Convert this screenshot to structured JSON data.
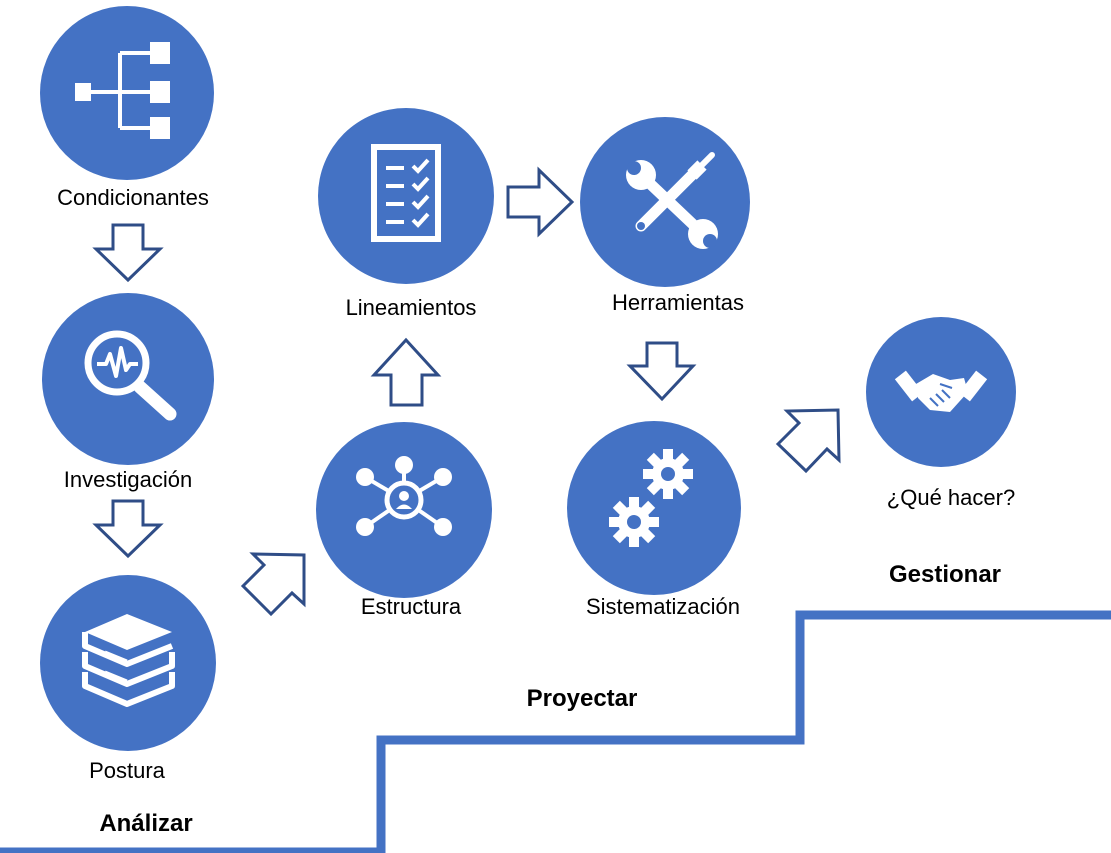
{
  "colors": {
    "node_fill": "#4472C4",
    "icon": "#ffffff",
    "arrow_stroke": "#2F4D87",
    "step_line": "#4472C4"
  },
  "nodes": [
    {
      "label": "Condicionantes",
      "icon": "hierarchy-icon"
    },
    {
      "label": "Investigación",
      "icon": "magnify-pulse-icon"
    },
    {
      "label": "Postura",
      "icon": "books-icon"
    },
    {
      "label": "Estructura",
      "icon": "network-icon"
    },
    {
      "label": "Lineamientos",
      "icon": "checklist-icon"
    },
    {
      "label": "Herramientas",
      "icon": "tools-icon"
    },
    {
      "label": "Sistematización",
      "icon": "gears-icon"
    },
    {
      "label": "¿Qué hacer?",
      "icon": "handshake-icon"
    }
  ],
  "stages": [
    {
      "label": "Análizar"
    },
    {
      "label": "Proyectar"
    },
    {
      "label": "Gestionar"
    }
  ]
}
